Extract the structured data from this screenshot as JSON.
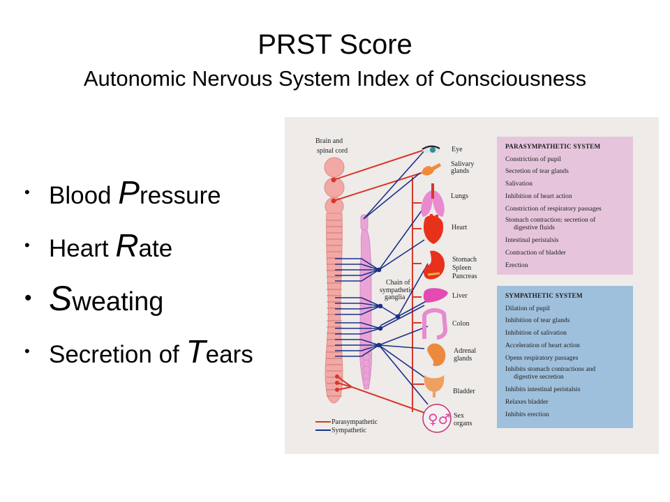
{
  "slide": {
    "title": "PRST Score",
    "subtitle": "Autonomic Nervous System Index of Consciousness"
  },
  "bullets": [
    {
      "prefix": "Blood ",
      "cap": "P",
      "rest": "ressure",
      "emphasis": false
    },
    {
      "prefix": "Heart ",
      "cap": "R",
      "rest": "ate",
      "emphasis": false
    },
    {
      "prefix": "",
      "cap": "S",
      "rest": "weating",
      "emphasis": true
    },
    {
      "prefix": "Secretion of ",
      "cap": "T",
      "rest": "ears",
      "emphasis": false
    }
  ],
  "bullet_glyph": "•",
  "diagram": {
    "cord_label_line1": "Brain  and",
    "cord_label_line2": "spinal cord",
    "ganglia_label_line1": "Chain of",
    "ganglia_label_line2": "sympathetic",
    "ganglia_label_line3": "ganglia",
    "organs": [
      {
        "name": "eye",
        "label": [
          "Eye"
        ]
      },
      {
        "name": "salivary-glands",
        "label": [
          "Salivary",
          "glands"
        ]
      },
      {
        "name": "lungs",
        "label": [
          "Lungs"
        ]
      },
      {
        "name": "heart",
        "label": [
          "Heart"
        ]
      },
      {
        "name": "stomach",
        "label": [
          "Stomach",
          "Spleen",
          "Pancreas"
        ]
      },
      {
        "name": "liver",
        "label": [
          "Liver"
        ]
      },
      {
        "name": "colon",
        "label": [
          "Colon"
        ]
      },
      {
        "name": "adrenal-glands",
        "label": [
          "Adrenal",
          "glands"
        ]
      },
      {
        "name": "bladder",
        "label": [
          "Bladder"
        ]
      },
      {
        "name": "sex-organs",
        "label": [
          "Sex",
          "organs"
        ]
      }
    ],
    "legend": {
      "parasympathetic": "Parasympathetic",
      "sympathetic": "Sympathetic"
    },
    "colors": {
      "parasympathetic": "#d8362a",
      "sympathetic": "#1b2f8a",
      "cord": "#f2a8a4",
      "ganglia": "#eaa3d6",
      "panel_para": "#e6c5dc",
      "panel_symp": "#9fc0dc",
      "background": "#eeebe8"
    },
    "parasympathetic_panel": {
      "heading": "PARASYMPATHETIC SYSTEM",
      "items": [
        "Constriction of pupil",
        "Secretion of tear glands",
        "Salivation",
        "Inhibition of heart action",
        "Constriction of respiratory passages",
        "Stomach contraction: secretion of",
        "digestive fluids",
        "Intestinal peristalsis",
        "Contraction of bladder",
        "Erection"
      ]
    },
    "sympathetic_panel": {
      "heading": "SYMPATHETIC SYSTEM",
      "items": [
        "Dilation of pupil",
        "Inhibition of tear glands",
        "Inhibition of salivation",
        "Acceleration of heart action",
        "Opens respiratory passages",
        "Inhibits stomach contractions and",
        "digestive secretion",
        "Inhibits intestinal peristalsis",
        "Relaxes bladder",
        "Inhibits erection"
      ]
    }
  }
}
